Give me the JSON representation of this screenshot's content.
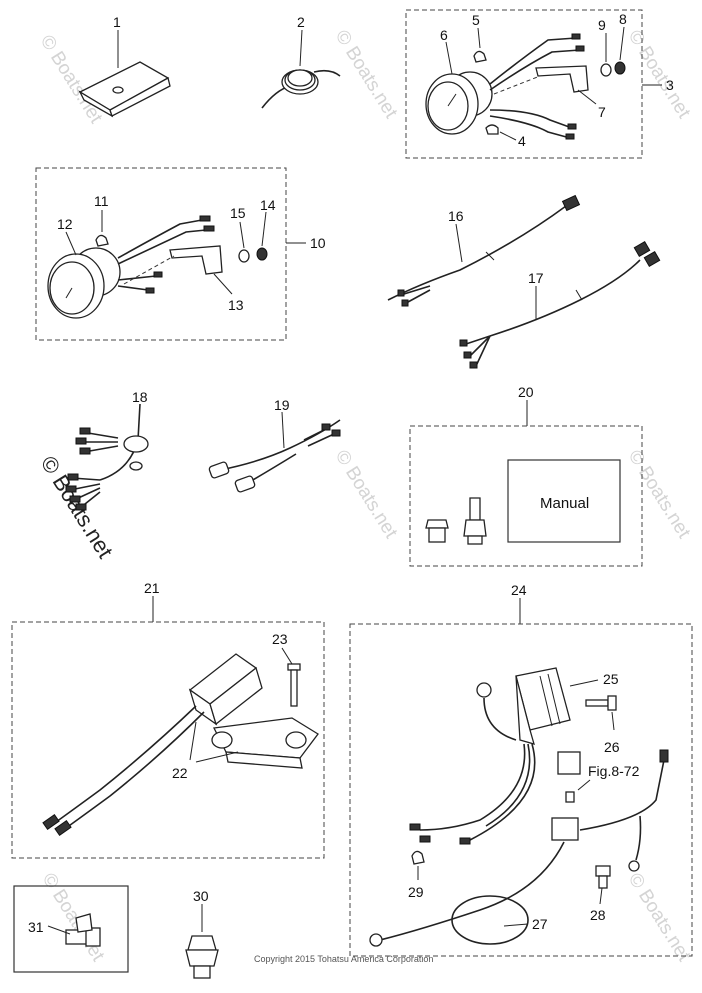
{
  "callouts": {
    "c1": "1",
    "c2": "2",
    "c3": "3",
    "c4": "4",
    "c5": "5",
    "c6": "6",
    "c7": "7",
    "c8": "8",
    "c9": "9",
    "c10": "10",
    "c11": "11",
    "c12": "12",
    "c13": "13",
    "c14": "14",
    "c15": "15",
    "c16": "16",
    "c17": "17",
    "c18": "18",
    "c19": "19",
    "c20": "20",
    "c21": "21",
    "c22": "22",
    "c23": "23",
    "c24": "24",
    "c25": "25",
    "c26": "26",
    "c27": "27",
    "c28": "28",
    "c29": "29",
    "c30": "30",
    "c31": "31",
    "fig": "Fig.8-72"
  },
  "manual_label": "Manual",
  "watermark": "© Boats.net",
  "watermark_large": "© Boats.net",
  "copyright": "Copyright 2015 Tohatsu America Corporation"
}
